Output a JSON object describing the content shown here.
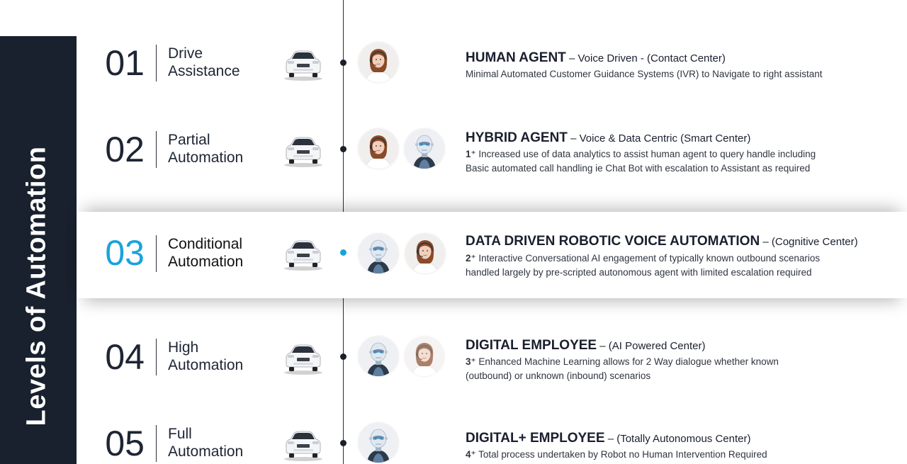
{
  "sidebar": {
    "title": "Levels of Automation"
  },
  "levels": [
    {
      "number": "01",
      "label_line1": "Drive",
      "label_line2": "Assistance",
      "heading": "HUMAN AGENT",
      "subheading": " – Voice Driven - (Contact Center)",
      "desc_prefix": "",
      "desc_line1": "Minimal  Automated  Customer  Guidance  Systems  (IVR)  to Navigate  to right  assistant",
      "desc_line2": "",
      "avatars": [
        "human-agent"
      ]
    },
    {
      "number": "02",
      "label_line1": "Partial",
      "label_line2": "Automation",
      "heading": "HYBRID AGENT",
      "subheading": " – Voice & Data Centric (Smart Center)",
      "desc_prefix": "1⁺",
      "desc_line1": " Increased use of data analytics to assist human agent to query handle including",
      "desc_line2": "Basic automated call handling ie Chat Bot with escalation to Assistant as required",
      "avatars": [
        "human-agent",
        "robot-agent"
      ]
    },
    {
      "number": "03",
      "label_line1": "Conditional",
      "label_line2": "Automation",
      "heading": "DATA DRIVEN ROBOTIC VOICE AUTOMATION",
      "subheading": " – (Cognitive Center)",
      "desc_prefix": "2⁺",
      "desc_line1": " Interactive Conversational  AI engagement  of typically known outbound  scenarios",
      "desc_line2": "handled largely by pre-scripted autonomous  agent with limited escalation required",
      "avatars": [
        "robot-agent",
        "human-agent"
      ]
    },
    {
      "number": "04",
      "label_line1": "High",
      "label_line2": "Automation",
      "heading": "DIGITAL EMPLOYEE",
      "subheading": " – (AI Powered Center)",
      "desc_prefix": "3⁺",
      "desc_line1": " Enhanced  Machine  Learning  allows  for 2 Way  dialogue  whether  known",
      "desc_line2": "(outbound)  or unknown  (inbound)  scenarios",
      "avatars": [
        "robot-agent",
        "human-agent-faded"
      ]
    },
    {
      "number": "05",
      "label_line1": "Full",
      "label_line2": "Automation",
      "heading": "DIGITAL+ EMPLOYEE",
      "subheading": " – (Totally Autonomous Center)",
      "desc_prefix": "4⁺",
      "desc_line1": " Total process  undertaken  by Robot  no Human  Intervention  Required",
      "desc_line2": "",
      "avatars": [
        "robot-agent"
      ]
    }
  ],
  "icons": {
    "car": "car-icon",
    "human": "human-agent-avatar",
    "robot": "robot-agent-avatar"
  },
  "colors": {
    "sidebar_bg": "#18212d",
    "accent": "#1aa3db",
    "text": "#1e2533"
  }
}
